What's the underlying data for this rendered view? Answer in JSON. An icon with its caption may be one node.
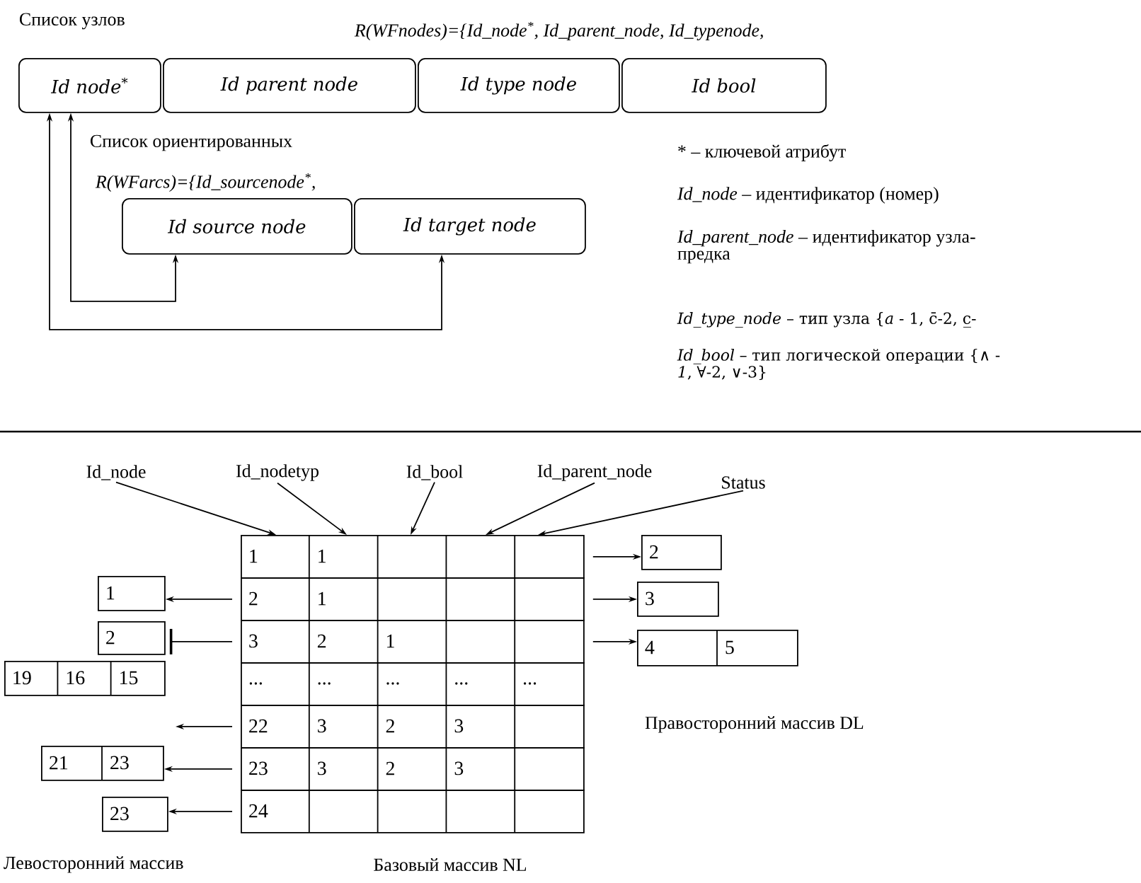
{
  "diagram": {
    "nodes": [
      {
        "text": [
          "Id node$^{*}$"
        ]
      },
      {
        "text": [
          "Id parent node"
        ]
      },
      {
        "text": [
          "Id type node"
        ]
      },
      {
        "text": [
          "Id bool"
        ]
      },
      {
        "text": [
          "Id source node"
        ]
      },
      {
        "text": [
          "Id target node"
        ]
      },
      {
        "text": [
          "Id_node"
        ]
      },
      {
        "text": [
          "Id_nodetyp"
        ]
      },
      {
        "text": [
          "Id_bool"
        ]
      },
      {
        "text": [
          "Id_parent_node"
        ]
      },
      {
        "text": [
          "Status"
        ]
      },
      {
        "text": [
          "1",
          "1"
        ]
      },
      {
        "text": [
          "2",
          "1"
        ]
      },
      {
        "text": [
          "3",
          "2",
          "1"
        ]
      },
      {
        "text": [
          "...",
          "...",
          "...",
          "...",
          "..."
        ]
      },
      {
        "text": [
          "22",
          "3",
          "2",
          "3"
        ]
      },
      {
        "text": [
          "23",
          "3",
          "2",
          "3"
        ]
      },
      {
        "text": [
          "24"
        ]
      },
      {
        "text": [
          "1"
        ]
      },
      {
        "text": [
          "2"
        ]
      },
      {
        "text": [
          "19",
          "16",
          "15"
        ]
      },
      {
        "text": [
          "21",
          "23"
        ]
      },
      {
        "text": [
          "23"
        ]
      },
      {
        "text": [
          "2"
        ]
      },
      {
        "text": [
          "3"
        ]
      },
      {
        "text": [
          "4",
          "5"
        ]
      }
    ],
    "edges": [
      {
        "from": 0,
        "to": 4,
        "arrow": "both"
      },
      {
        "from": 0,
        "to": 5,
        "arrow": "both"
      },
      {
        "from": 6,
        "to": 11,
        "arrow": "to"
      },
      {
        "from": 7,
        "to": 11,
        "arrow": "to"
      },
      {
        "from": 8,
        "to": 11,
        "arrow": "to"
      },
      {
        "from": 9,
        "to": 11,
        "arrow": "to"
      },
      {
        "from": 10,
        "to": 11,
        "arrow": "to"
      },
      {
        "from": 11,
        "to": 23,
        "arrow": "to"
      },
      {
        "from": 12,
        "to": 24,
        "arrow": "to"
      },
      {
        "from": 13,
        "to": 25,
        "arrow": "to"
      },
      {
        "from": 12,
        "to": 18,
        "arrow": "to"
      },
      {
        "from": 13,
        "to": 19,
        "arrow": "other"
      },
      {
        "from": 15,
        "to": null,
        "arrow": "to"
      },
      {
        "from": 16,
        "to": 21,
        "arrow": "to"
      },
      {
        "from": 17,
        "to": 22,
        "arrow": "to"
      }
    ],
    "labels": [
      "Список узлов",
      "R(WFnodes)={Id_node$^{*}$, Id_parent_node, Id_typenode,",
      "Список ориентированных",
      "R(WFarcs)={Id_sourcenode$^{*}$,",
      "* – ключевой атрибут",
      "*Id_node* – идентификатор (номер)",
      "*Id_parent_node* – идентификатор узла-предка",
      "*Id_type_node* – тип узла {*a* - 1, c̄-2, c̲-",
      "*Id_bool* – тип логической операции {∧ - *1*, ∀-2, ∨-3}",
      "Правосторонний массив DL",
      "Левосторонний массив",
      "Базовый массив NL"
    ]
  }
}
